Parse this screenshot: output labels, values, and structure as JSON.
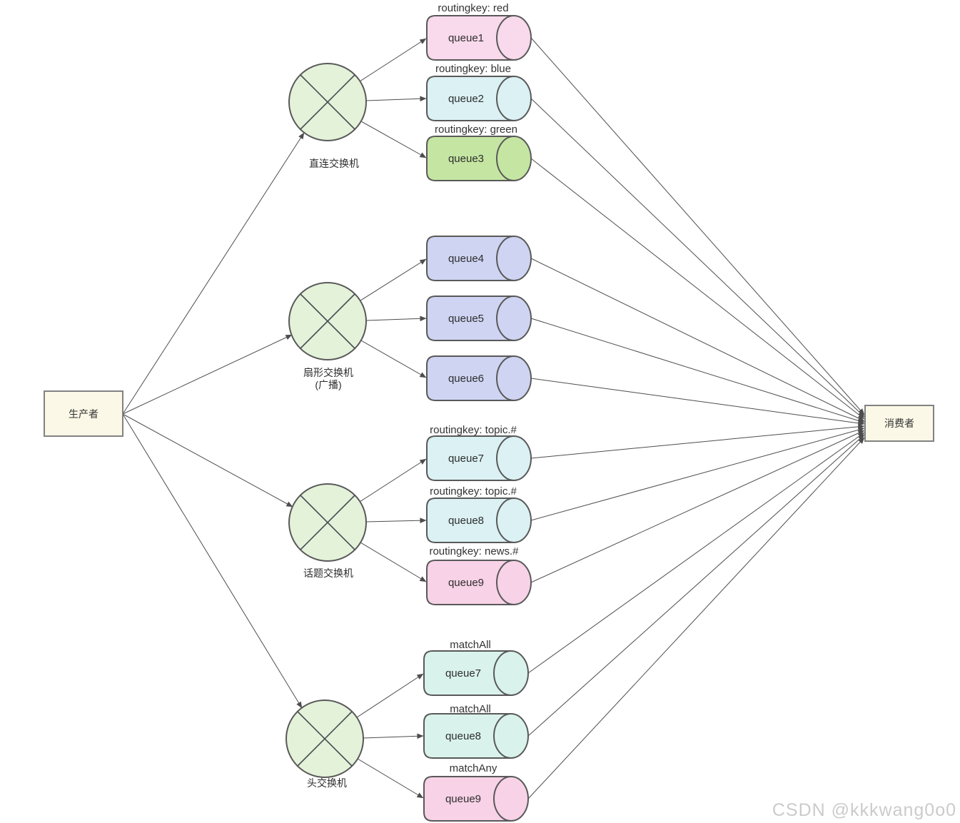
{
  "producer": {
    "label": "生产者",
    "fill": "#fbf8e7"
  },
  "consumer": {
    "label": "消费者",
    "fill": "#fbf8e7"
  },
  "exchange_style": {
    "fill": "#e3f2d9"
  },
  "exchanges": [
    {
      "id": "direct",
      "label": "直连交换机"
    },
    {
      "id": "fanout",
      "label": "扇形交换机",
      "sublabel": "(广播)"
    },
    {
      "id": "topic",
      "label": "话题交换机"
    },
    {
      "id": "headers",
      "label": "头交换机"
    }
  ],
  "queues": [
    {
      "label": "queue1",
      "binding": "routingkey: red",
      "fill": "#f9d9ec"
    },
    {
      "label": "queue2",
      "binding": "routingkey: blue",
      "fill": "#dbf1f3"
    },
    {
      "label": "queue3",
      "binding": "routingkey: green",
      "fill": "#c5e6a2"
    },
    {
      "label": "queue4",
      "fill": "#cfd4f2"
    },
    {
      "label": "queue5",
      "fill": "#cfd4f2"
    },
    {
      "label": "queue6",
      "fill": "#cfd4f2"
    },
    {
      "label": "queue7",
      "binding": "routingkey: topic.#",
      "fill": "#dbf1f3"
    },
    {
      "label": "queue8",
      "binding": "routingkey: topic.#",
      "fill": "#dbf1f3"
    },
    {
      "label": "queue9",
      "binding": "routingkey: news.#",
      "fill": "#f8d2e7"
    },
    {
      "label": "queue7",
      "binding": "matchAll",
      "fill": "#d9f2ec"
    },
    {
      "label": "queue8",
      "binding": "matchAll",
      "fill": "#d9f2ec"
    },
    {
      "label": "queue9",
      "binding": "matchAny",
      "fill": "#f8d2e7"
    }
  ],
  "watermark": "CSDN @kkkwang0o0"
}
